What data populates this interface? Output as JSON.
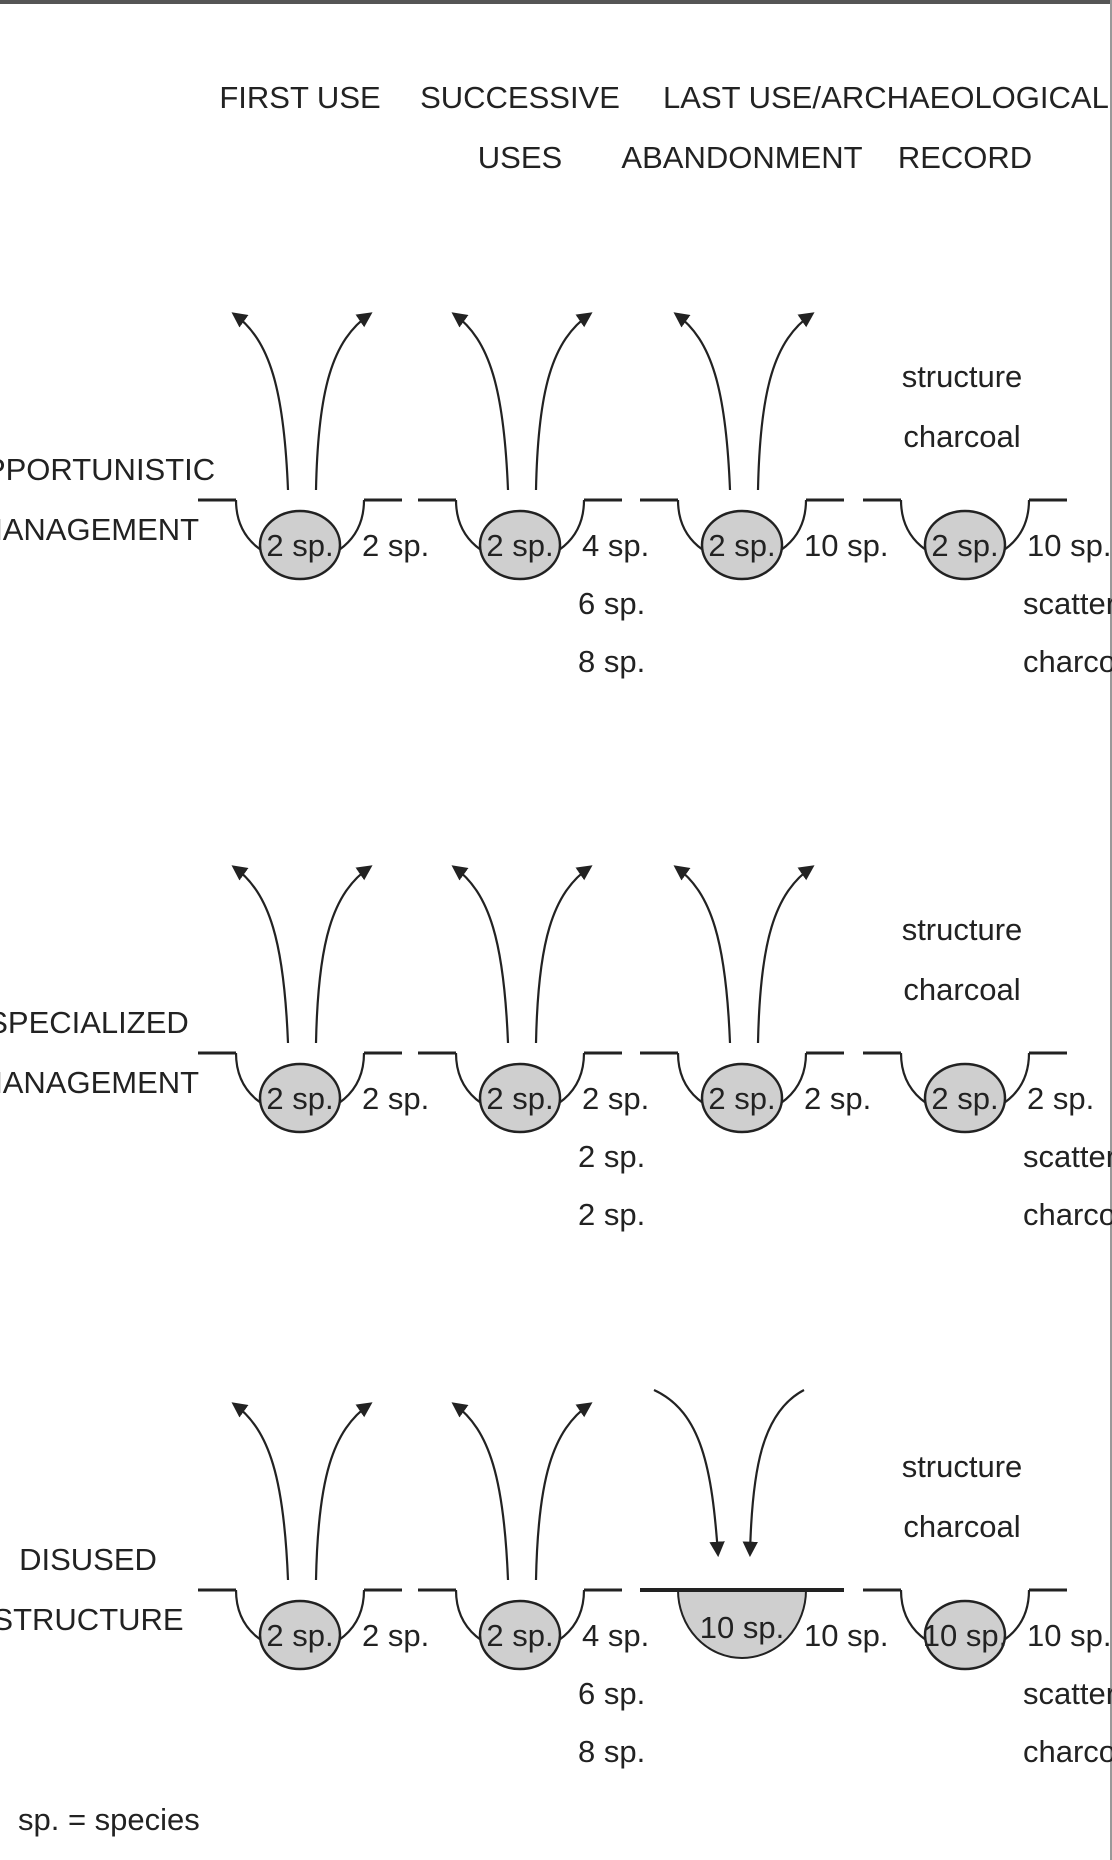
{
  "columns": [
    [
      "FIRST USE"
    ],
    [
      "SUCCESSIVE",
      "USES"
    ],
    [
      "LAST USE/",
      "ABANDONMENT"
    ],
    [
      "ARCHAEOLOGICAL",
      "RECORD"
    ]
  ],
  "rows": [
    {
      "label": [
        "OPPORTUNISTIC",
        "MANAGEMENT"
      ],
      "cells": [
        {
          "inner": "2 sp.",
          "side": [
            "2 sp."
          ]
        },
        {
          "inner": "2 sp.",
          "side": [
            "4 sp.",
            "6 sp.",
            "8 sp."
          ]
        },
        {
          "inner": "2 sp.",
          "side": [
            "10 sp."
          ]
        },
        {
          "inner": "2 sp.",
          "side": [
            "10 sp.",
            "scattered",
            "charcoal"
          ],
          "above": [
            "structure",
            "charcoal"
          ]
        }
      ]
    },
    {
      "label": [
        "SPECIALIZED",
        "MANAGEMENT"
      ],
      "cells": [
        {
          "inner": "2 sp.",
          "side": [
            "2 sp."
          ]
        },
        {
          "inner": "2 sp.",
          "side": [
            "2 sp.",
            "2 sp.",
            "2 sp."
          ]
        },
        {
          "inner": "2 sp.",
          "side": [
            "2 sp."
          ]
        },
        {
          "inner": "2 sp.",
          "side": [
            "2 sp.",
            "scattered",
            "charcoal"
          ],
          "above": [
            "structure",
            "charcoal"
          ]
        }
      ]
    },
    {
      "label": [
        "DISUSED",
        "STRUCTURE"
      ],
      "cells": [
        {
          "inner": "2 sp.",
          "side": [
            "2 sp."
          ]
        },
        {
          "inner": "2 sp.",
          "side": [
            "4 sp.",
            "6 sp.",
            "8 sp."
          ]
        },
        {
          "inner": "10 sp.",
          "side": [
            "10 sp."
          ],
          "filled": true,
          "arrows_in": true
        },
        {
          "inner": "10 sp.",
          "side": [
            "10 sp.",
            "scattered",
            "charcoal"
          ],
          "above": [
            "structure",
            "charcoal"
          ]
        }
      ]
    }
  ],
  "legend": "sp. = species",
  "colors": {
    "fill": "#cfcfcf",
    "stroke": "#222222"
  }
}
